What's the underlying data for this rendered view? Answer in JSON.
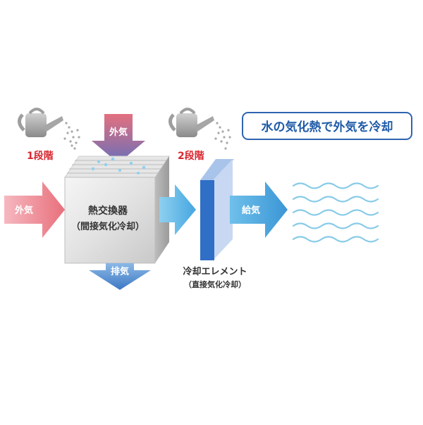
{
  "title_box": {
    "text": "水の気化熱で外気を冷却"
  },
  "stages": {
    "stage1": "1段階",
    "stage2": "2段階"
  },
  "flows": {
    "outside_air_top": "外気",
    "outside_air_left": "外気",
    "exhaust": "排気",
    "supply": "給気"
  },
  "heat_exchanger": {
    "name": "熱交換器",
    "method": "（間接気化冷却）"
  },
  "cooling_element": {
    "name": "冷却エレメント",
    "method": "（直接気化冷却）"
  },
  "icons": {
    "stage1_can": "watering-can-icon",
    "stage2_can": "watering-can-icon",
    "supply_waves": "wavy-air-icon"
  },
  "colors": {
    "outside_air": "#e8707c",
    "stage_label": "#d9262e",
    "top_arrow": "#6a6fb8",
    "cooled_air": "#4aa8e0",
    "exhaust": "#3d78c4",
    "title_border": "#2f64b0",
    "title_text": "#1f5aa8",
    "waves": "#88cbe8"
  }
}
